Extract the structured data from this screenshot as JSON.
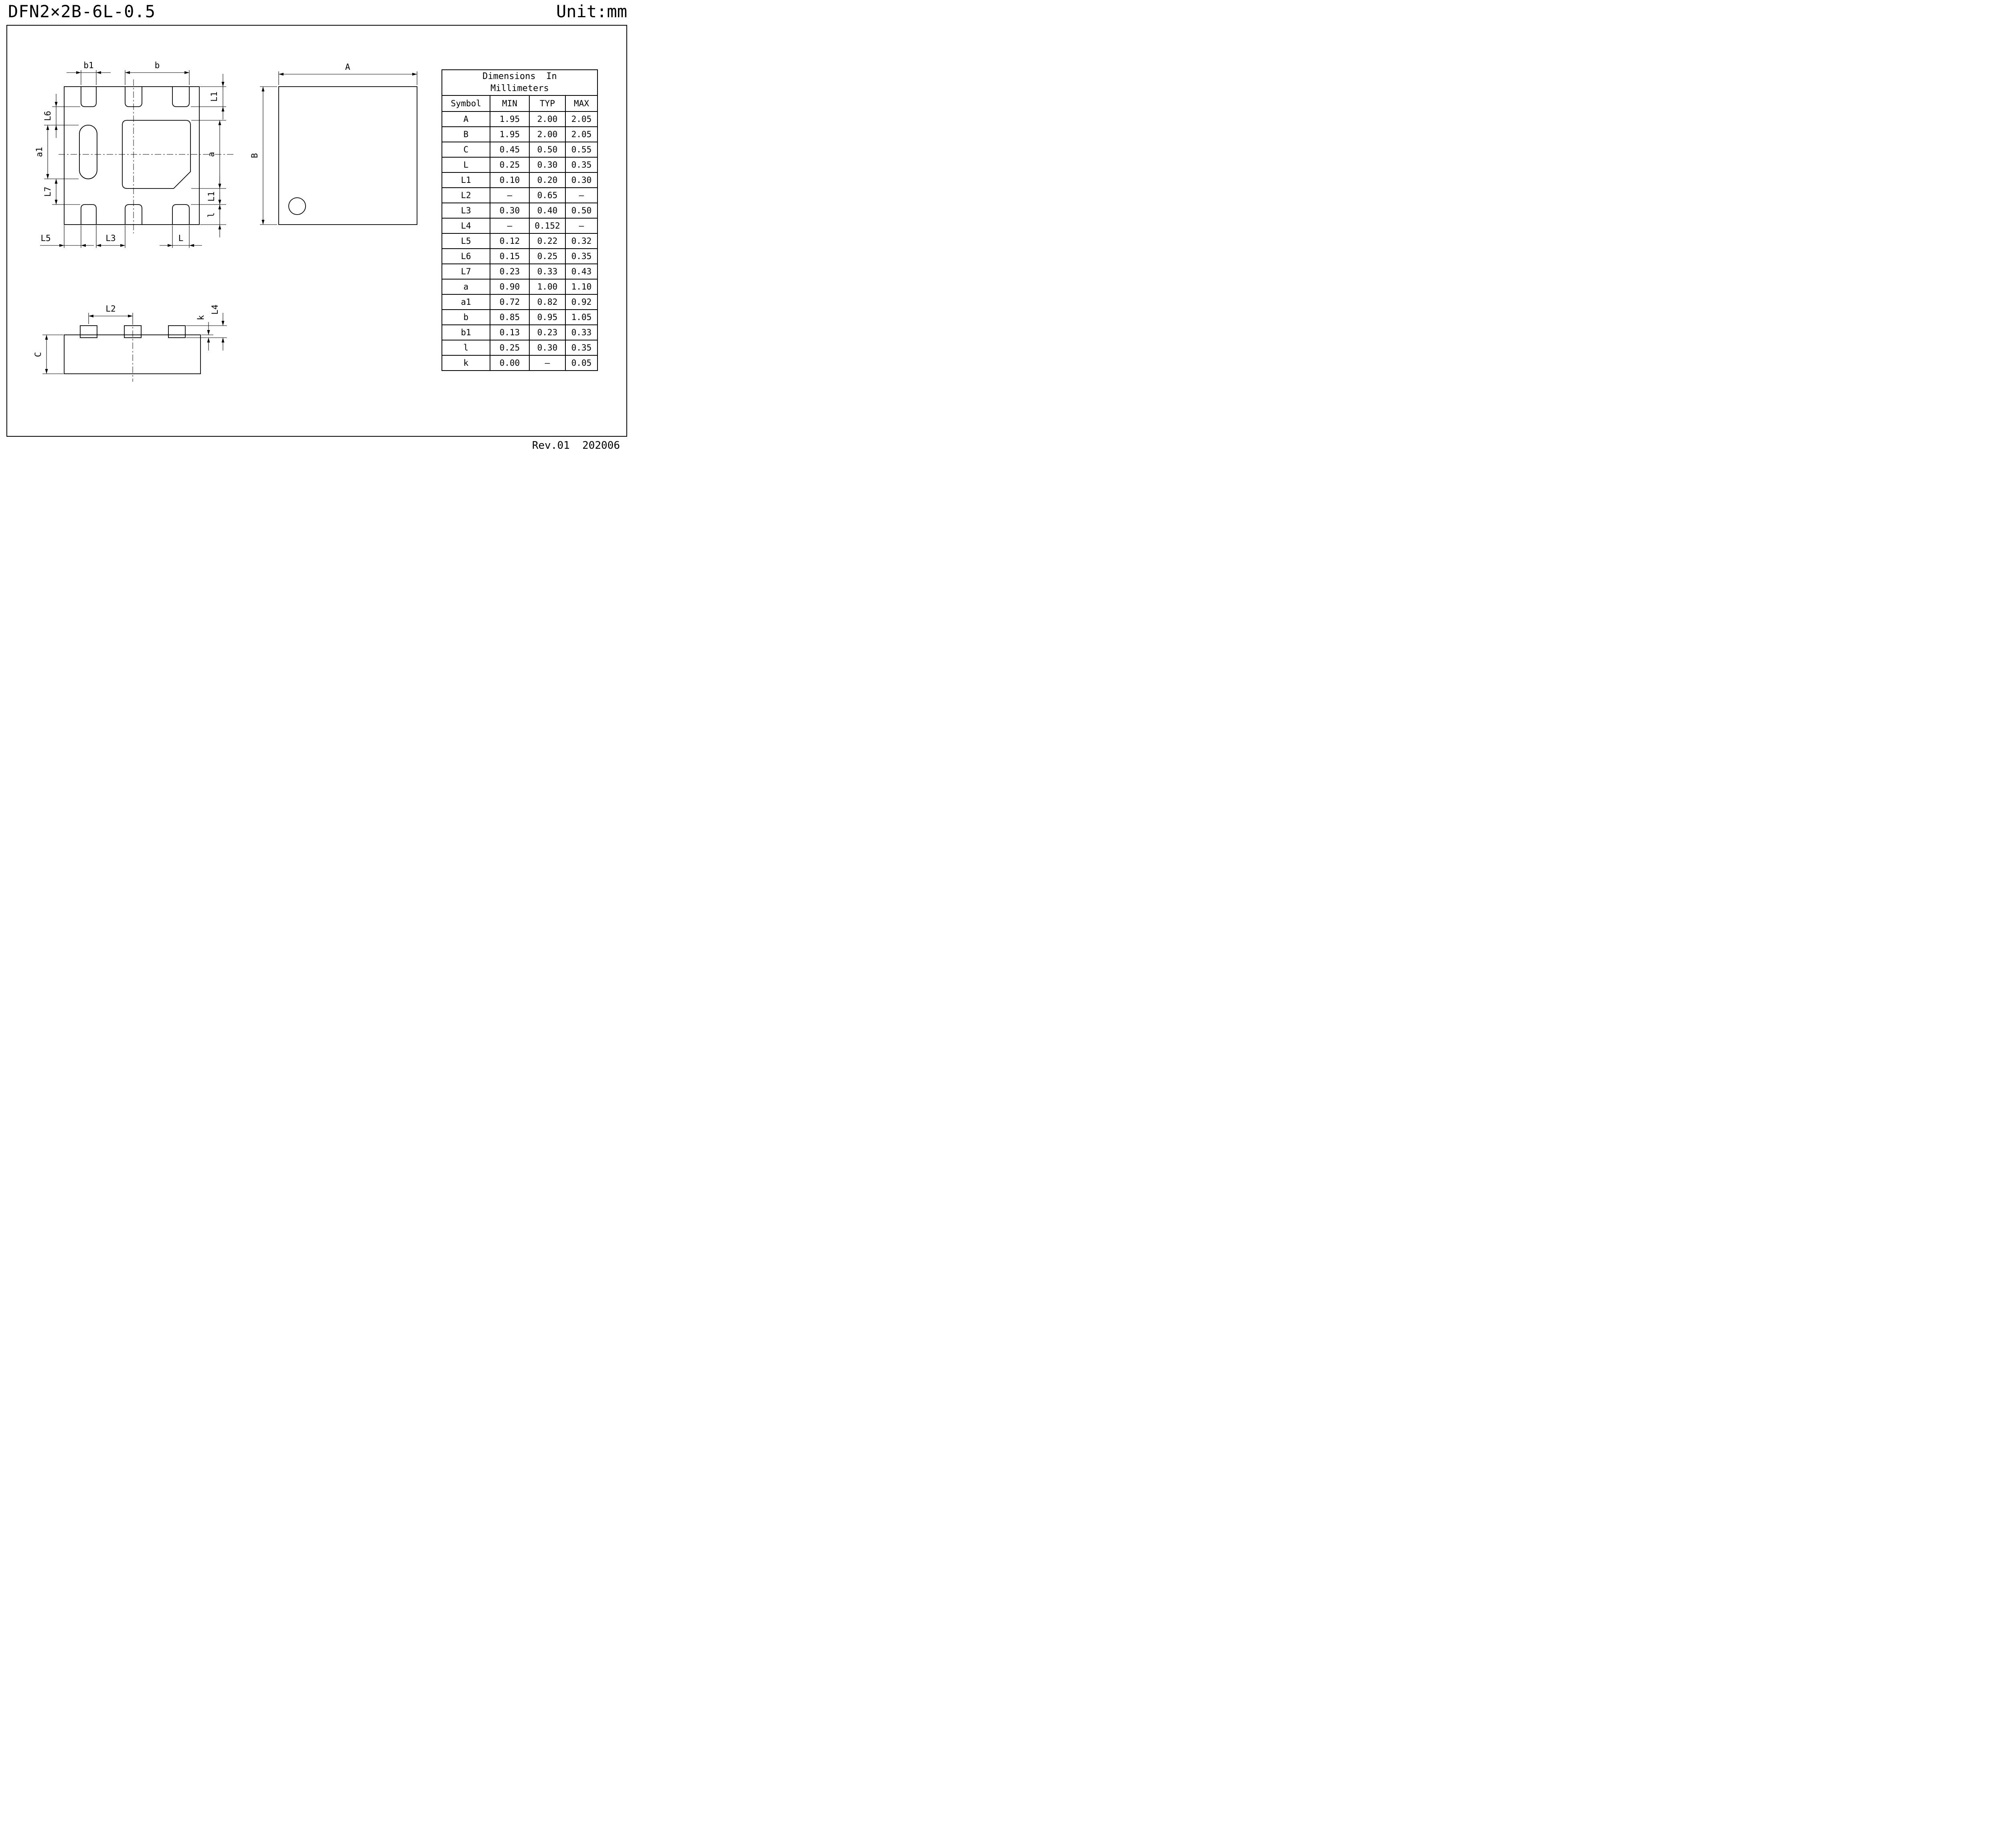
{
  "title": "DFN2×2B-6L-0.5",
  "unit_label": "Unit:mm",
  "revision": "Rev.01  202006",
  "drawing_labels": {
    "A": "A",
    "B": "B",
    "C": "C",
    "L": "L",
    "L1": "L1",
    "L2": "L2",
    "L3": "L3",
    "L4": "L4",
    "L5": "L5",
    "L6": "L6",
    "L7": "L7",
    "a": "a",
    "a1": "a1",
    "b": "b",
    "b1": "b1",
    "l": "l",
    "k": "k"
  },
  "table": {
    "title_line1": "Dimensions  In",
    "title_line2": "Millimeters",
    "columns": [
      "Symbol",
      "MIN",
      "TYP",
      "MAX"
    ],
    "rows": [
      [
        "A",
        "1.95",
        "2.00",
        "2.05"
      ],
      [
        "B",
        "1.95",
        "2.00",
        "2.05"
      ],
      [
        "C",
        "0.45",
        "0.50",
        "0.55"
      ],
      [
        "L",
        "0.25",
        "0.30",
        "0.35"
      ],
      [
        "L1",
        "0.10",
        "0.20",
        "0.30"
      ],
      [
        "L2",
        "–",
        "0.65",
        "–"
      ],
      [
        "L3",
        "0.30",
        "0.40",
        "0.50"
      ],
      [
        "L4",
        "–",
        "0.152",
        "–"
      ],
      [
        "L5",
        "0.12",
        "0.22",
        "0.32"
      ],
      [
        "L6",
        "0.15",
        "0.25",
        "0.35"
      ],
      [
        "L7",
        "0.23",
        "0.33",
        "0.43"
      ],
      [
        "a",
        "0.90",
        "1.00",
        "1.10"
      ],
      [
        "a1",
        "0.72",
        "0.82",
        "0.92"
      ],
      [
        "b",
        "0.85",
        "0.95",
        "1.05"
      ],
      [
        "b1",
        "0.13",
        "0.23",
        "0.33"
      ],
      [
        "l",
        "0.25",
        "0.30",
        "0.35"
      ],
      [
        "k",
        "0.00",
        "–",
        "0.05"
      ]
    ]
  }
}
